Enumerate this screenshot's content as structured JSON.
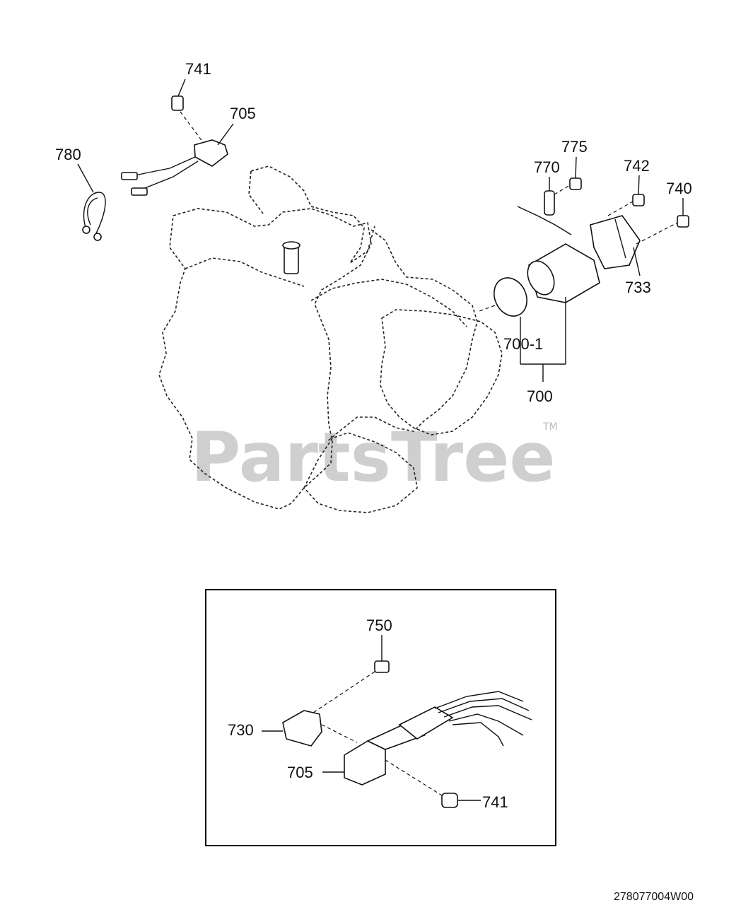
{
  "watermark": {
    "text": "PartsTree",
    "trademark": "TM"
  },
  "doc_id": "278077004W00",
  "callouts": {
    "c741_top": "741",
    "c705_top": "705",
    "c780": "780",
    "c775": "775",
    "c770": "770",
    "c742": "742",
    "c740": "740",
    "c733": "733",
    "c700_1": "700-1",
    "c700": "700",
    "c750": "750",
    "c730": "730",
    "c705_inset": "705",
    "c741_inset": "741"
  }
}
